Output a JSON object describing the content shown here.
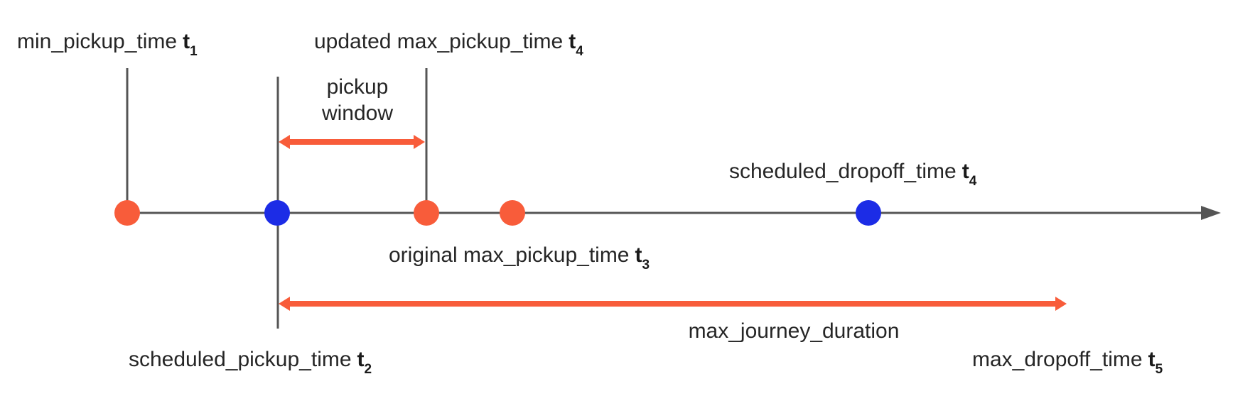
{
  "colors": {
    "orange": "#f85c3a",
    "blue": "#1c2ce6",
    "axis": "#555555",
    "text": "#262626"
  },
  "labels": {
    "min_pickup": {
      "text": "min_pickup_time",
      "sym": "t",
      "sub": "1"
    },
    "updated_max_pickup": {
      "text": "updated max_pickup_time",
      "sym": "t",
      "sub": "4"
    },
    "pickup_window_line1": "pickup",
    "pickup_window_line2": "window",
    "scheduled_dropoff": {
      "text": "scheduled_dropoff_time",
      "sym": "t",
      "sub": "4"
    },
    "original_max_pickup": {
      "text": "original max_pickup_time",
      "sym": "t",
      "sub": "3"
    },
    "max_journey_duration": "max_journey_duration",
    "scheduled_pickup": {
      "text": "scheduled_pickup_time",
      "sym": "t",
      "sub": "2"
    },
    "max_dropoff": {
      "text": "max_dropoff_time",
      "sym": "t",
      "sub": "5"
    }
  }
}
